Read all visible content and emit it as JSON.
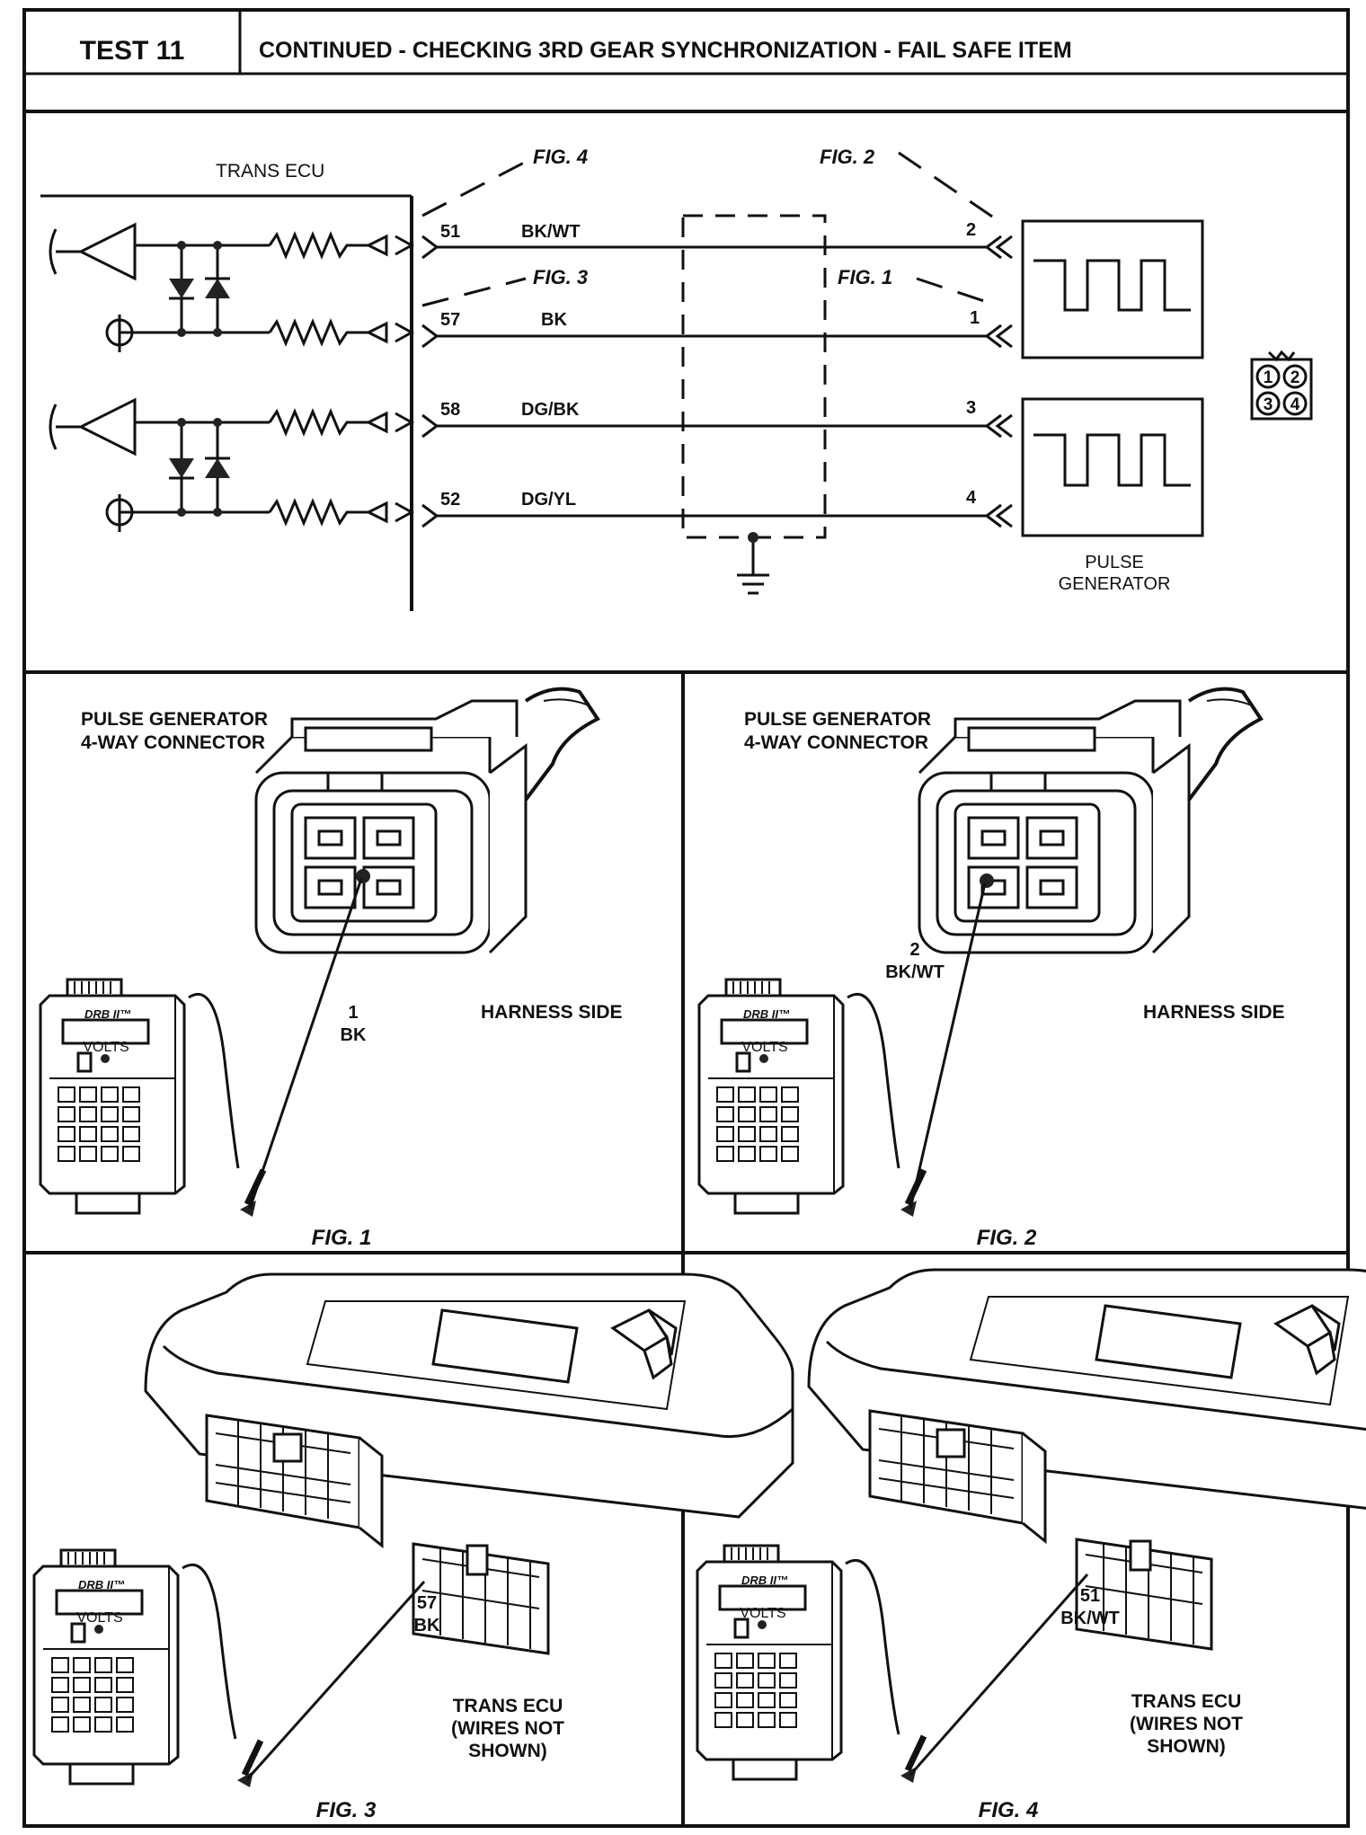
{
  "header": {
    "test_label": "TEST 11",
    "title": "CONTINUED - CHECKING 3RD GEAR SYNCHRONIZATION - FAIL SAFE ITEM"
  },
  "schematic": {
    "ecu_label": "TRANS ECU",
    "fig_refs": {
      "fig4": "FIG. 4",
      "fig3": "FIG. 3",
      "fig2": "FIG. 2",
      "fig1": "FIG. 1"
    },
    "circuits": [
      {
        "ecu_pin": "51",
        "wire": "BK/WT",
        "gen_pin": "2"
      },
      {
        "ecu_pin": "57",
        "wire": "BK",
        "gen_pin": "1"
      },
      {
        "ecu_pin": "58",
        "wire": "DG/BK",
        "gen_pin": "3"
      },
      {
        "ecu_pin": "52",
        "wire": "DG/YL",
        "gen_pin": "4"
      }
    ],
    "generator_label_1": "PULSE",
    "generator_label_2": "GENERATOR",
    "connector_pins": [
      "1",
      "2",
      "3",
      "4"
    ]
  },
  "fig1": {
    "title_1": "PULSE GENERATOR",
    "title_2": "4-WAY CONNECTOR",
    "side_label": "HARNESS SIDE",
    "probe_pin": "1",
    "probe_wire": "BK",
    "tester_brand": "DRB II™",
    "tester_mode": "VOLTS",
    "caption": "FIG. 1"
  },
  "fig2": {
    "title_1": "PULSE GENERATOR",
    "title_2": "4-WAY CONNECTOR",
    "side_label": "HARNESS SIDE",
    "probe_pin": "2",
    "probe_wire": "BK/WT",
    "tester_brand": "DRB II™",
    "tester_mode": "VOLTS",
    "caption": "FIG. 2"
  },
  "fig3": {
    "probe_pin": "57",
    "probe_wire": "BK",
    "ecu_label_1": "TRANS ECU",
    "ecu_label_2": "(WIRES NOT",
    "ecu_label_3": "SHOWN)",
    "tester_brand": "DRB II™",
    "tester_mode": "VOLTS",
    "caption": "FIG. 3"
  },
  "fig4": {
    "probe_pin": "51",
    "probe_wire": "BK/WT",
    "ecu_label_1": "TRANS ECU",
    "ecu_label_2": "(WIRES NOT",
    "ecu_label_3": "SHOWN)",
    "tester_brand": "DRB II™",
    "tester_mode": "VOLTS",
    "caption": "FIG. 4"
  }
}
